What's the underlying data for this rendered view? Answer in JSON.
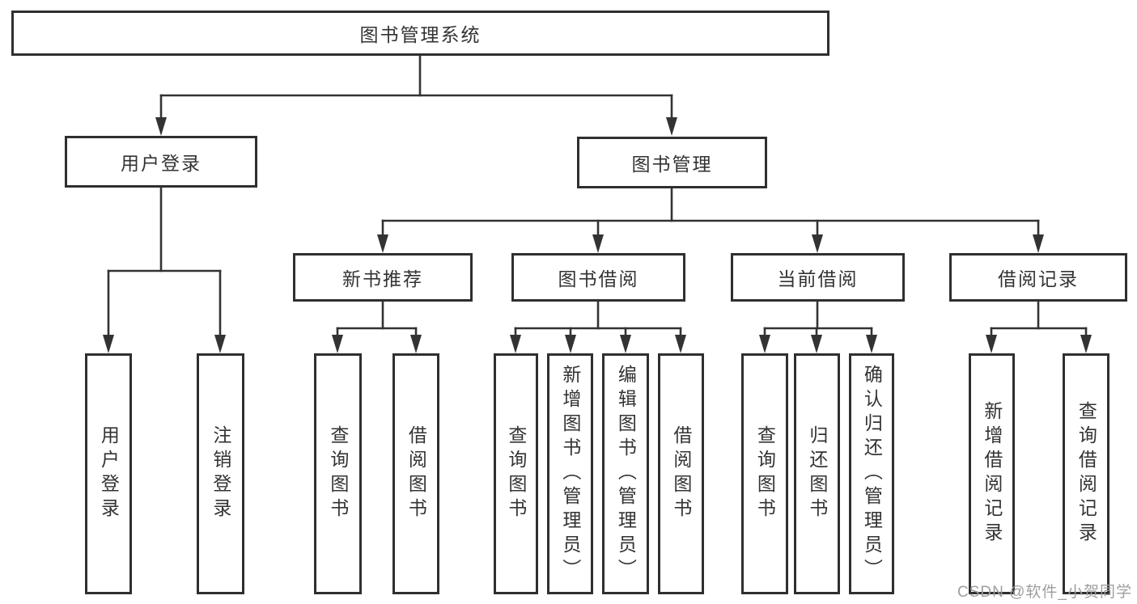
{
  "diagram": {
    "root": {
      "label": "图书管理系统"
    },
    "level2": {
      "user_login": {
        "label": "用户登录"
      },
      "book_mgmt": {
        "label": "图书管理"
      }
    },
    "level3": {
      "new_book_rec": {
        "label": "新书推荐"
      },
      "book_borrow": {
        "label": "图书借阅"
      },
      "current_borrow": {
        "label": "当前借阅"
      },
      "borrow_records": {
        "label": "借阅记录"
      }
    },
    "leaves": {
      "user_login": "用户登录",
      "logout": "注销登录",
      "rec_query_book": "查询图书",
      "rec_borrow_book": "借阅图书",
      "bb_query_book": "查询图书",
      "bb_add_book": "新增图书（管理员）",
      "bb_edit_book": "编辑图书（管理员）",
      "bb_borrow_book": "借阅图书",
      "cb_query_book": "查询图书",
      "cb_return_book": "归还图书",
      "cb_confirm_return": "确认归还（管理员）",
      "br_add_record": "新增借阅记录",
      "br_query_record": "查询借阅记录"
    }
  },
  "watermark": {
    "text": "CSDN @软件_小贺同学"
  },
  "colors": {
    "line": "#333333",
    "box_border": "#2f2f2f",
    "text": "#333333",
    "background": "#ffffff",
    "watermark": "#9e9e9e"
  }
}
